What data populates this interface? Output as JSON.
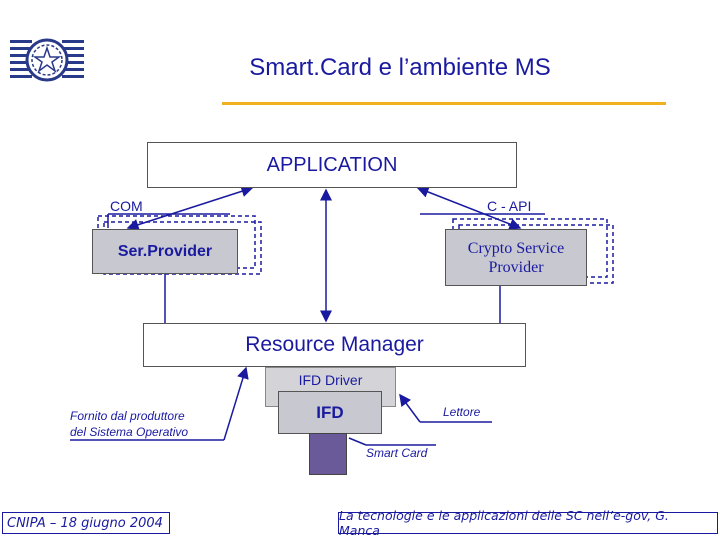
{
  "title": "Smart.Card e l’ambiente MS",
  "diagram": {
    "application": "APPLICATION",
    "com_label": "COM",
    "capi_label": "C - API",
    "service_provider": "Ser.Provider",
    "crypto_provider_line1": "Crypto Service",
    "crypto_provider_line2": "Provider",
    "resource_manager": "Resource Manager",
    "ifd_driver": "IFD Driver",
    "ifd": "IFD",
    "os_note_line1": "Fornito dal produttore",
    "os_note_line2": "del Sistema Operativo",
    "reader_label": "Lettore",
    "smart_card_label": "Smart Card"
  },
  "footer": {
    "left": "CNIPA – 18 giugno 2004",
    "right": "La tecnologie e le applicazioni delle SC nell’e-gov, G. Manca"
  },
  "colors": {
    "text_blue": "#1a1aa0",
    "accent_rule": "#f0b020",
    "box_gray": "#c8c8d0",
    "card_purple": "#6a5a9a"
  }
}
